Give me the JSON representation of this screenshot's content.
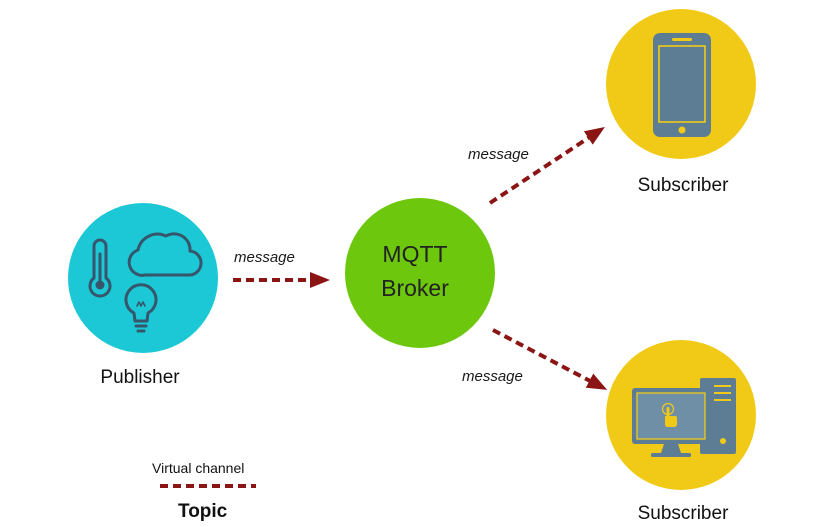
{
  "nodes": {
    "publisher": {
      "label": "Publisher",
      "color": "#1cc8d6",
      "icons": [
        "thermometer-icon",
        "cloud-icon",
        "lightbulb-icon"
      ]
    },
    "broker": {
      "line1": "MQTT",
      "line2": "Broker",
      "color": "#6dc70d"
    },
    "subscriber_top": {
      "label": "Subscriber",
      "color": "#f1ca18",
      "icons": [
        "smartphone-icon"
      ]
    },
    "subscriber_bottom": {
      "label": "Subscriber",
      "color": "#f1ca18",
      "icons": [
        "desktop-computer-icon",
        "hand-pointer-icon"
      ]
    }
  },
  "edges": [
    {
      "from": "publisher",
      "to": "broker",
      "label": "message"
    },
    {
      "from": "broker",
      "to": "subscriber_top",
      "label": "message"
    },
    {
      "from": "broker",
      "to": "subscriber_bottom",
      "label": "message"
    }
  ],
  "legend": {
    "caption": "Virtual channel",
    "title": "Topic"
  },
  "colors": {
    "arrow": "#8b1414",
    "icon_outline": "#36566b",
    "device": "#5d7d95",
    "device_screen": "#6f8fa6",
    "device_accent": "#f1ca18"
  }
}
